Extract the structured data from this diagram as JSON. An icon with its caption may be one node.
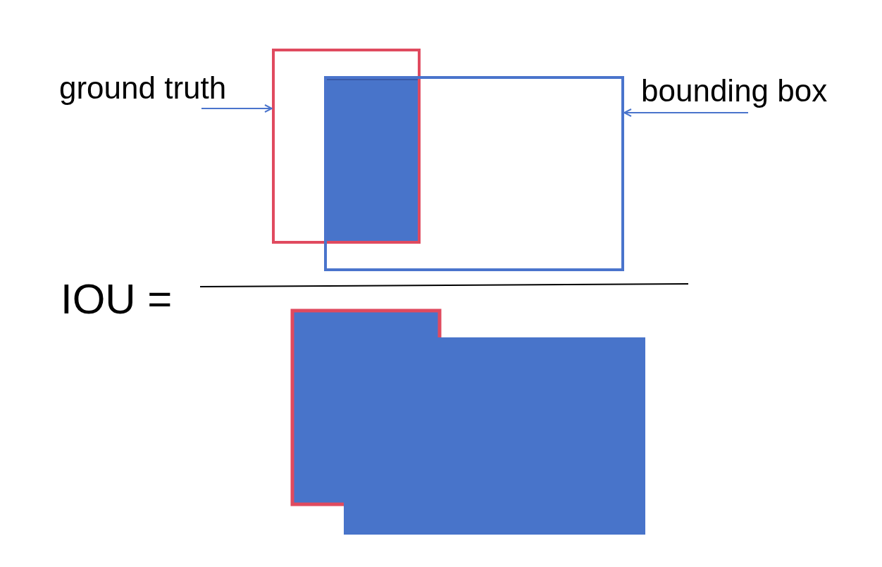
{
  "diagram": {
    "nodes": [
      {
        "text": [
          "ground truth"
        ]
      },
      {
        "text": [
          "bounding box"
        ]
      },
      {
        "text": [],
        "shape": "box"
      },
      {
        "text": [],
        "shape": "box"
      },
      {
        "text": [],
        "shape": "box"
      }
    ],
    "edges": [
      {
        "from": 0,
        "to": 2,
        "arrow": "to"
      },
      {
        "from": 1,
        "to": 3,
        "arrow": "to"
      }
    ],
    "labels": [
      "IOU ="
    ]
  }
}
